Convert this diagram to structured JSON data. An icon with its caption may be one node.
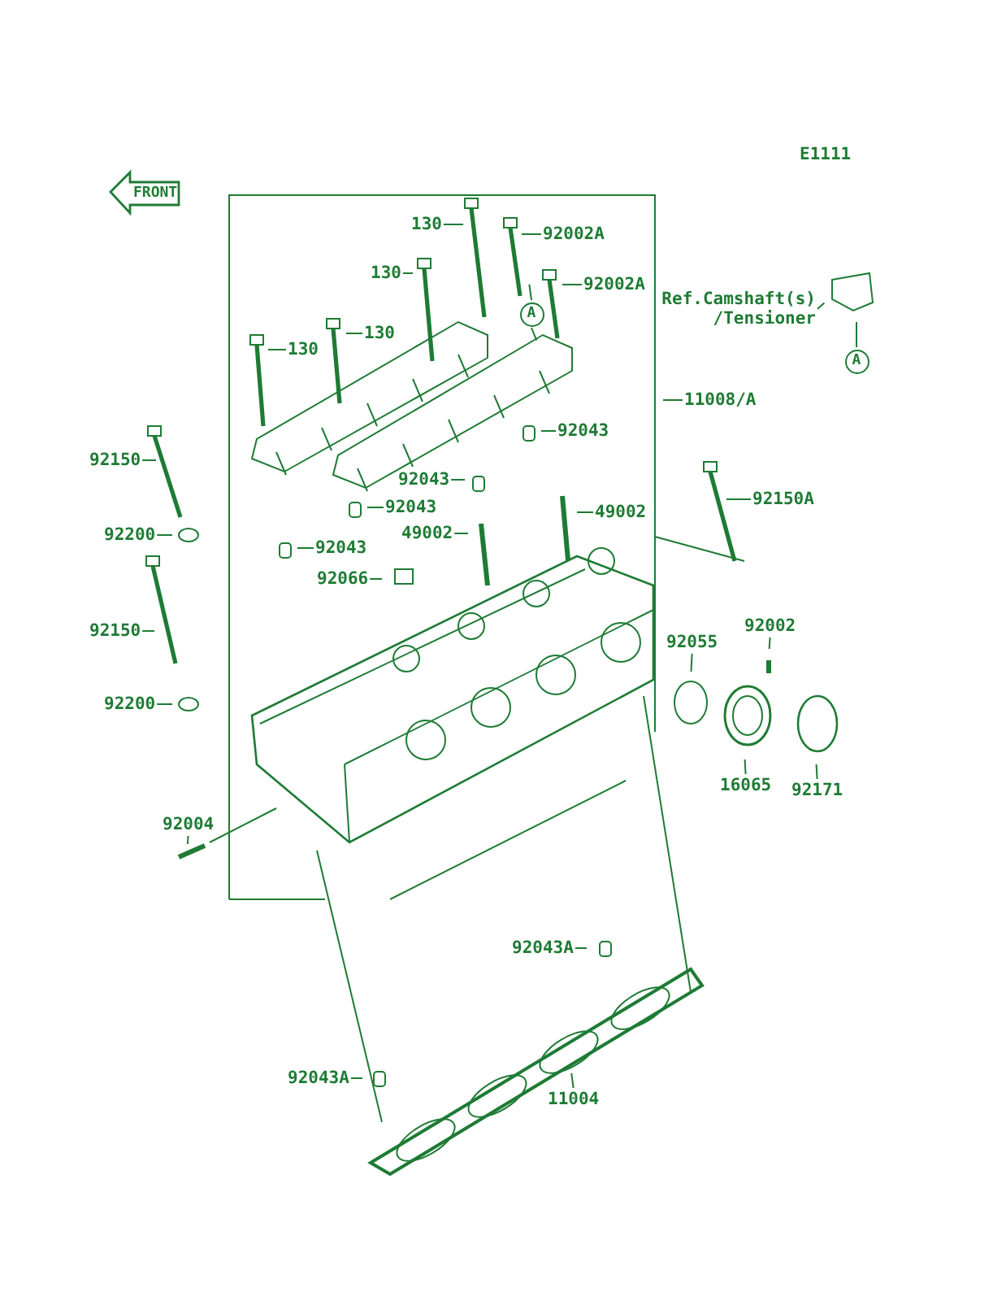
{
  "diagram": {
    "nodes": [
      {
        "text": [
          "130"
        ]
      },
      {
        "text": [
          "92002A"
        ]
      },
      {
        "text": [
          "130"
        ]
      },
      {
        "text": [
          "92002A"
        ]
      },
      {
        "text": [
          "Ref.Camshaft(s) /Tensioner"
        ]
      },
      {
        "text": [
          "A"
        ]
      },
      {
        "text": [
          "A"
        ]
      },
      {
        "text": [
          "130"
        ]
      },
      {
        "text": [
          "130"
        ]
      },
      {
        "text": [
          "11008/A"
        ]
      },
      {
        "text": [
          "92043"
        ]
      },
      {
        "text": [
          "92150"
        ]
      },
      {
        "text": [
          "92043"
        ]
      },
      {
        "text": [
          "92150A"
        ]
      },
      {
        "text": [
          "92043"
        ]
      },
      {
        "text": [
          "49002"
        ]
      },
      {
        "text": [
          "49002"
        ]
      },
      {
        "text": [
          "92200"
        ]
      },
      {
        "text": [
          "92043"
        ]
      },
      {
        "text": [
          "92066"
        ]
      },
      {
        "text": [
          "92002"
        ]
      },
      {
        "text": [
          "92150"
        ]
      },
      {
        "text": [
          "92055"
        ]
      },
      {
        "text": [
          "92200"
        ]
      },
      {
        "text": [
          "16065"
        ]
      },
      {
        "text": [
          "92171"
        ]
      },
      {
        "text": [
          "92004"
        ]
      },
      {
        "text": [
          "92043A"
        ]
      },
      {
        "text": [
          "92043A"
        ]
      },
      {
        "text": [
          "11004"
        ]
      }
    ],
    "edges": [
      {
        "from": 0,
        "to": null,
        "arrow": "none"
      },
      {
        "from": 1,
        "to": null,
        "arrow": "none"
      },
      {
        "from": 2,
        "to": null,
        "arrow": "none"
      },
      {
        "from": 3,
        "to": null,
        "arrow": "none"
      },
      {
        "from": 4,
        "to": null,
        "arrow": "none"
      },
      {
        "from": 5,
        "to": null,
        "arrow": "none"
      },
      {
        "from": 5,
        "to": null,
        "arrow": "none"
      },
      {
        "from": 6,
        "to": null,
        "arrow": "none"
      },
      {
        "from": 7,
        "to": null,
        "arrow": "none"
      },
      {
        "from": 8,
        "to": null,
        "arrow": "none"
      },
      {
        "from": 9,
        "to": null,
        "arrow": "none"
      },
      {
        "from": 10,
        "to": null,
        "arrow": "none"
      },
      {
        "from": 11,
        "to": null,
        "arrow": "none"
      },
      {
        "from": 12,
        "to": null,
        "arrow": "none"
      },
      {
        "from": 13,
        "to": null,
        "arrow": "none"
      },
      {
        "from": 14,
        "to": null,
        "arrow": "none"
      },
      {
        "from": 15,
        "to": null,
        "arrow": "none"
      },
      {
        "from": 16,
        "to": null,
        "arrow": "none"
      },
      {
        "from": 17,
        "to": null,
        "arrow": "none"
      },
      {
        "from": 18,
        "to": null,
        "arrow": "none"
      },
      {
        "from": 19,
        "to": null,
        "arrow": "none"
      },
      {
        "from": 20,
        "to": null,
        "arrow": "none"
      },
      {
        "from": 21,
        "to": null,
        "arrow": "none"
      },
      {
        "from": 22,
        "to": null,
        "arrow": "none"
      },
      {
        "from": 23,
        "to": null,
        "arrow": "none"
      },
      {
        "from": 24,
        "to": null,
        "arrow": "none"
      },
      {
        "from": 25,
        "to": null,
        "arrow": "none"
      },
      {
        "from": 26,
        "to": null,
        "arrow": "none"
      },
      {
        "from": 27,
        "to": null,
        "arrow": "none"
      },
      {
        "from": 28,
        "to": null,
        "arrow": "none"
      },
      {
        "from": 29,
        "to": null,
        "arrow": "none"
      }
    ],
    "labels": [
      "E1111",
      "FRONT"
    ]
  }
}
